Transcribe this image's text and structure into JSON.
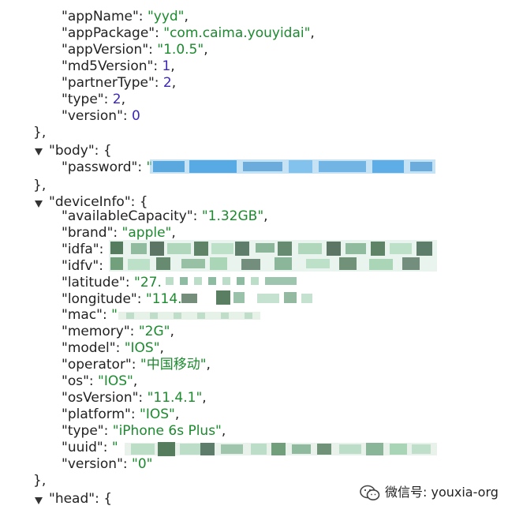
{
  "json_view": {
    "header": [
      {
        "key": "\"appName\"",
        "sep": ": ",
        "val": "\"yyd\"",
        "vtype": "s",
        "tail": ","
      },
      {
        "key": "\"appPackage\"",
        "sep": ": ",
        "val": "\"com.caima.youyidai\"",
        "vtype": "s",
        "tail": ","
      },
      {
        "key": "\"appVersion\"",
        "sep": ": ",
        "val": "\"1.0.5\"",
        "vtype": "s",
        "tail": ","
      },
      {
        "key": "\"md5Version\"",
        "sep": ": ",
        "val": "1",
        "vtype": "n",
        "tail": ","
      },
      {
        "key": "\"partnerType\"",
        "sep": ": ",
        "val": "2",
        "vtype": "n",
        "tail": ","
      },
      {
        "key": "\"type\"",
        "sep": ": ",
        "val": "2",
        "vtype": "n",
        "tail": ","
      },
      {
        "key": "\"version\"",
        "sep": ": ",
        "val": "0",
        "vtype": "n",
        "tail": ""
      }
    ],
    "close1": "},",
    "body_open": "\"body\": {",
    "body_fields": [
      {
        "key": "\"password\"",
        "sep": ": ",
        "val": "\"",
        "vtype": "s",
        "tail": ""
      }
    ],
    "close2": "},",
    "device_open": "\"deviceInfo\": {",
    "device_fields": [
      {
        "key": "\"availableCapacity\"",
        "sep": ": ",
        "val": "\"1.32GB\"",
        "vtype": "s",
        "tail": ","
      },
      {
        "key": "\"brand\"",
        "sep": ": ",
        "val": "\"apple\"",
        "vtype": "s",
        "tail": ","
      },
      {
        "key": "\"idfa\"",
        "sep": ": ",
        "val": "",
        "vtype": "s",
        "tail": ""
      },
      {
        "key": "\"idfv\"",
        "sep": ": ",
        "val": "",
        "vtype": "s",
        "tail": ""
      },
      {
        "key": "\"latitude\"",
        "sep": ": ",
        "val": "\"27.",
        "vtype": "s",
        "tail": ""
      },
      {
        "key": "\"longitude\"",
        "sep": ": ",
        "val": "\"114.",
        "vtype": "s",
        "tail": ""
      },
      {
        "key": "\"mac\"",
        "sep": ": ",
        "val": "\"",
        "vtype": "s",
        "tail": ""
      },
      {
        "key": "\"memory\"",
        "sep": ": ",
        "val": "\"2G\"",
        "vtype": "s",
        "tail": ","
      },
      {
        "key": "\"model\"",
        "sep": ": ",
        "val": "\"IOS\"",
        "vtype": "s",
        "tail": ","
      },
      {
        "key": "\"operator\"",
        "sep": ": ",
        "val": "\"中国移动\"",
        "vtype": "s",
        "tail": ","
      },
      {
        "key": "\"os\"",
        "sep": ": ",
        "val": "\"IOS\"",
        "vtype": "s",
        "tail": ","
      },
      {
        "key": "\"osVersion\"",
        "sep": ": ",
        "val": "\"11.4.1\"",
        "vtype": "s",
        "tail": ","
      },
      {
        "key": "\"platform\"",
        "sep": ": ",
        "val": "\"IOS\"",
        "vtype": "s",
        "tail": ","
      },
      {
        "key": "\"type\"",
        "sep": ": ",
        "val": "\"iPhone 6s Plus\"",
        "vtype": "s",
        "tail": ","
      },
      {
        "key": "\"uuid\"",
        "sep": ": ",
        "val": "\"",
        "vtype": "s",
        "tail": ""
      },
      {
        "key": "\"version\"",
        "sep": ": ",
        "val": "\"0\"",
        "vtype": "s",
        "tail": ""
      }
    ],
    "close3": "},",
    "head_open": "\"head\": {"
  },
  "watermark": {
    "icon": "wechat-icon",
    "text": "微信号: youxia-org"
  },
  "colors": {
    "key": "#222222",
    "string": "#1c8a2e",
    "number": "#3b27b8",
    "redaction": "#2d8fd6"
  }
}
